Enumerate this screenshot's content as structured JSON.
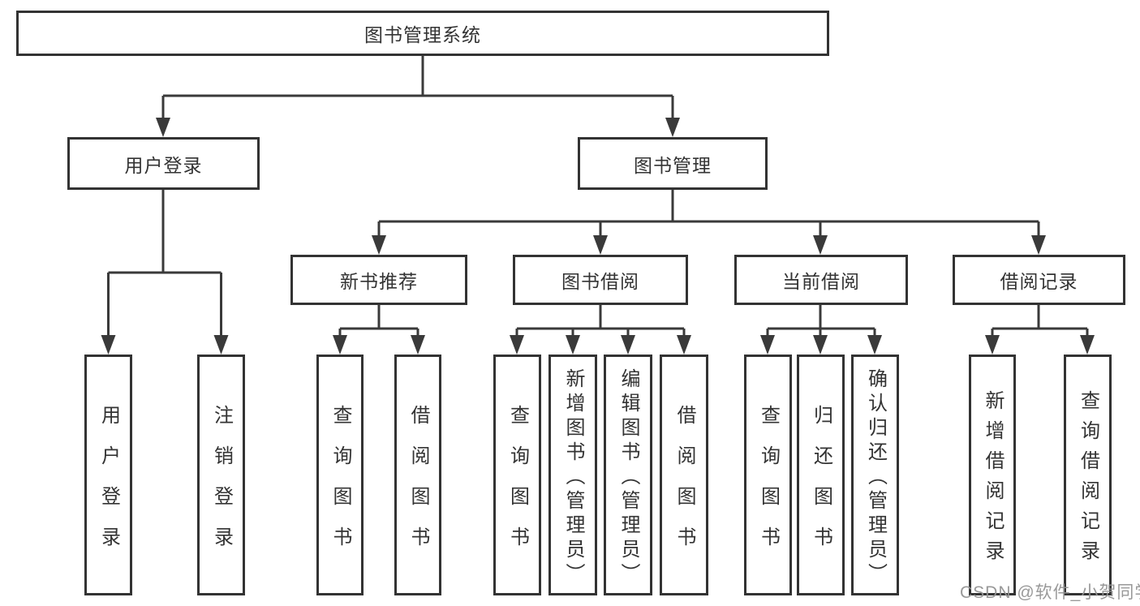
{
  "tree": {
    "label": "图书管理系统",
    "children": [
      {
        "label": "用户登录",
        "children": [
          {
            "label": "用户登录"
          },
          {
            "label": "注销登录"
          }
        ]
      },
      {
        "label": "图书管理",
        "children": [
          {
            "label": "新书推荐",
            "children": [
              {
                "label": "查询图书"
              },
              {
                "label": "借阅图书"
              }
            ]
          },
          {
            "label": "图书借阅",
            "children": [
              {
                "label": "查询图书"
              },
              {
                "label": "新增图书（管理员）"
              },
              {
                "label": "编辑图书（管理员）"
              },
              {
                "label": "借阅图书"
              }
            ]
          },
          {
            "label": "当前借阅",
            "children": [
              {
                "label": "查询图书"
              },
              {
                "label": "归还图书"
              },
              {
                "label": "确认归还（管理员）"
              }
            ]
          },
          {
            "label": "借阅记录",
            "children": [
              {
                "label": "新增借阅记录"
              },
              {
                "label": "查询借阅记录"
              }
            ]
          }
        ]
      }
    ]
  },
  "watermark": {
    "text": "CSDN @软件_小贺同学"
  },
  "colors": {
    "line": "#3a3a3a",
    "box_border": "#333333",
    "text": "#333333",
    "background": "#ffffff",
    "watermark": "#949494"
  }
}
